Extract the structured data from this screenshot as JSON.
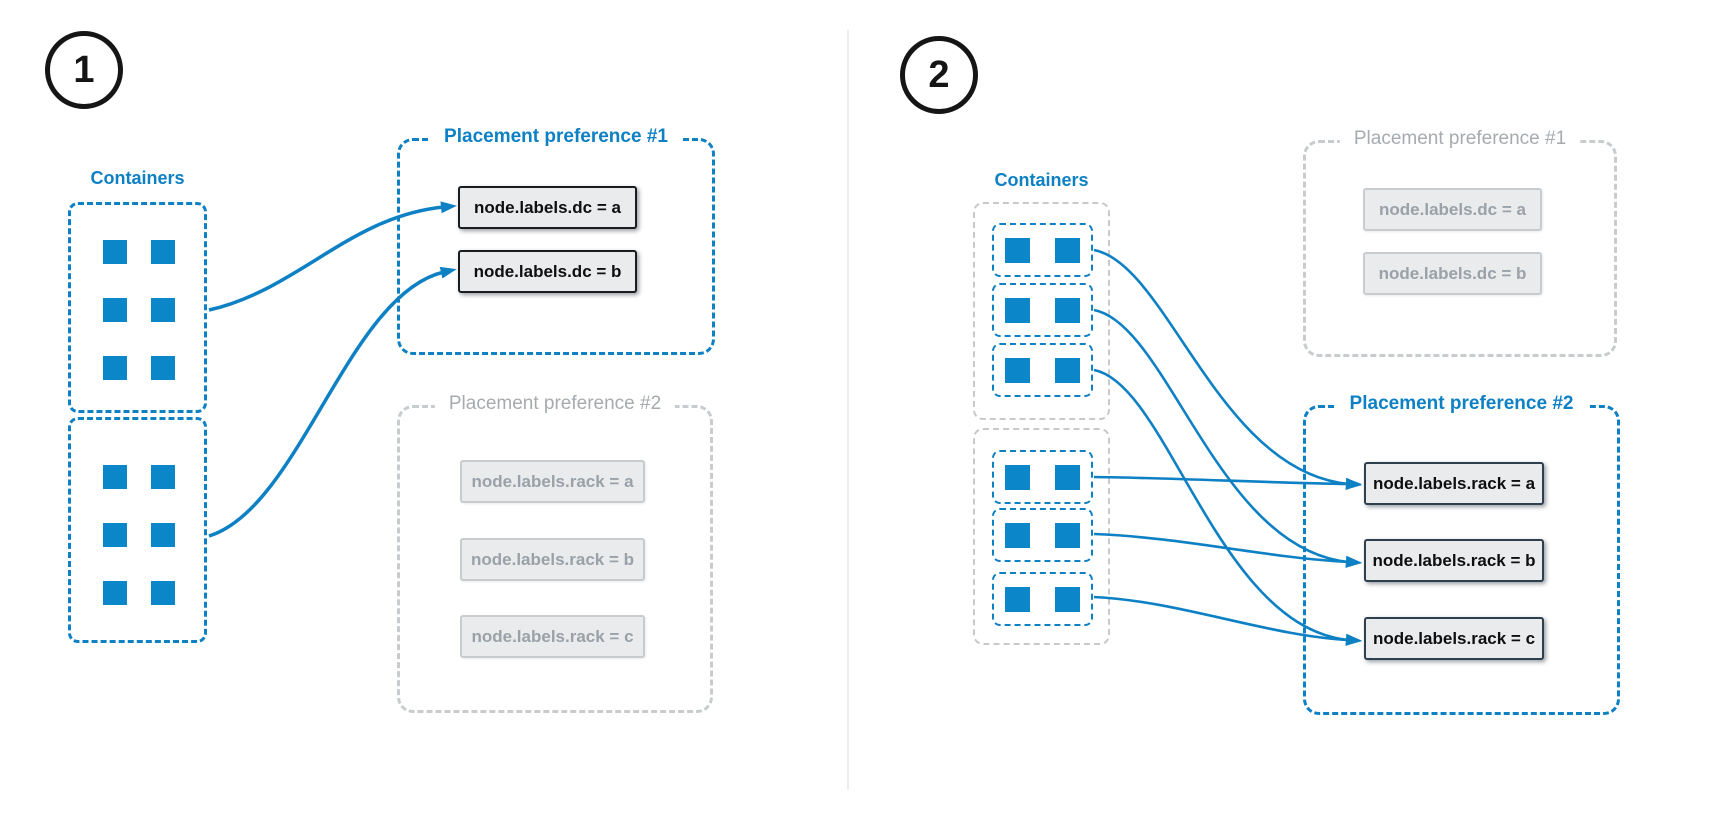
{
  "colors": {
    "blue": "#0e80c4",
    "square_blue": "#0b86c8",
    "gray_border": "#c9ccce",
    "gray_text": "#9aa1a8",
    "item_fill": "#e9ebec",
    "active_border_panel1": "#1a1c1e",
    "active_border_panel2": "#2e3f4d",
    "divider": "#ededed"
  },
  "panels": [
    {
      "badge": "1",
      "containers_label": "Containers",
      "container_groups": [
        {
          "squares": 6
        },
        {
          "squares": 6
        }
      ],
      "preferences": [
        {
          "title": "Placement preference #1",
          "state": "active",
          "items": [
            "node.labels.dc = a",
            "node.labels.dc = b"
          ]
        },
        {
          "title": "Placement preference #2",
          "state": "inactive",
          "items": [
            "node.labels.rack = a",
            "node.labels.rack = b",
            "node.labels.rack = c"
          ]
        }
      ]
    },
    {
      "badge": "2",
      "containers_label": "Containers",
      "container_groups": [
        {
          "pairs": 3
        },
        {
          "pairs": 3
        }
      ],
      "preferences": [
        {
          "title": "Placement preference #1",
          "state": "inactive",
          "items": [
            "node.labels.dc = a",
            "node.labels.dc = b"
          ]
        },
        {
          "title": "Placement preference #2",
          "state": "active",
          "items": [
            "node.labels.rack = a",
            "node.labels.rack = b",
            "node.labels.rack = c"
          ]
        }
      ]
    }
  ]
}
